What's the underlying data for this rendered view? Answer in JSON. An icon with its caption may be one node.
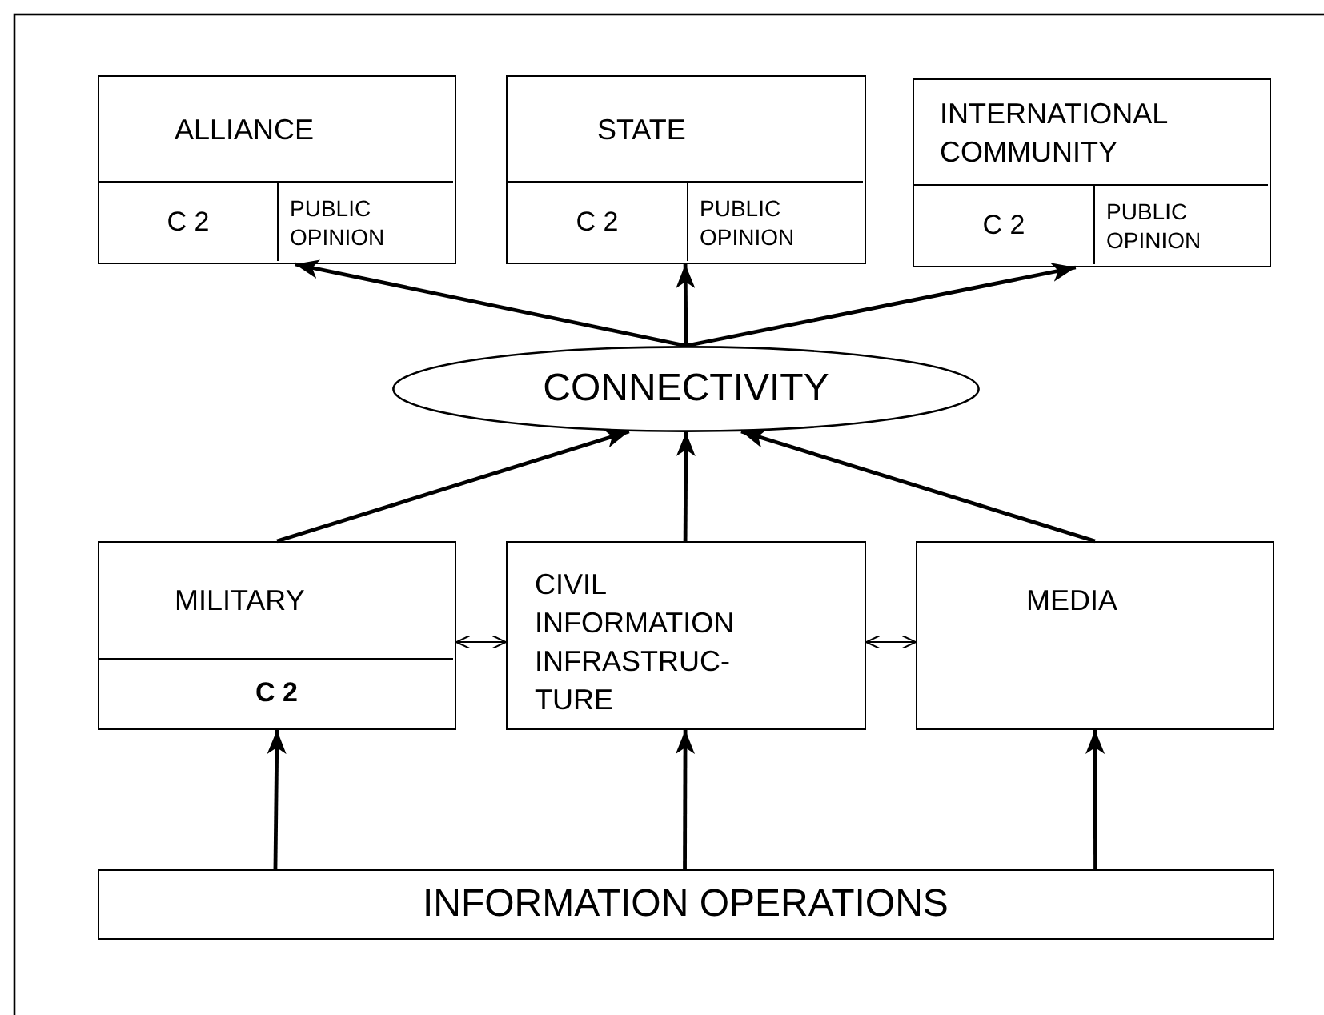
{
  "diagram": {
    "nodes": [
      {
        "text": [
          "ALLIANCE",
          "C 2",
          "PUBLIC OPINION"
        ]
      },
      {
        "text": [
          "STATE",
          "C 2",
          "PUBLIC OPINION"
        ]
      },
      {
        "text": [
          "INTERNATIONAL COMMUNITY",
          "C 2",
          "PUBLIC OPINION"
        ]
      },
      {
        "text": [
          "CONNECTIVITY"
        ]
      },
      {
        "text": [
          "MILITARY",
          "C 2"
        ]
      },
      {
        "text": [
          "CIVIL INFORMATION INFRASTRUC- TURE"
        ]
      },
      {
        "text": [
          "MEDIA"
        ]
      },
      {
        "text": [
          "INFORMATION OPERATIONS"
        ]
      }
    ],
    "edges": [
      {
        "from": 3,
        "to": 0,
        "arrow": "to"
      },
      {
        "from": 3,
        "to": 1,
        "arrow": "to"
      },
      {
        "from": 3,
        "to": 2,
        "arrow": "to"
      },
      {
        "from": 4,
        "to": 3,
        "arrow": "to"
      },
      {
        "from": 5,
        "to": 3,
        "arrow": "to"
      },
      {
        "from": 6,
        "to": 3,
        "arrow": "to"
      },
      {
        "from": 4,
        "to": 5,
        "arrow": "both"
      },
      {
        "from": 5,
        "to": 6,
        "arrow": "both"
      },
      {
        "from": 7,
        "to": 4,
        "arrow": "to"
      },
      {
        "from": 7,
        "to": 5,
        "arrow": "to"
      },
      {
        "from": 7,
        "to": 6,
        "arrow": "to"
      }
    ]
  }
}
